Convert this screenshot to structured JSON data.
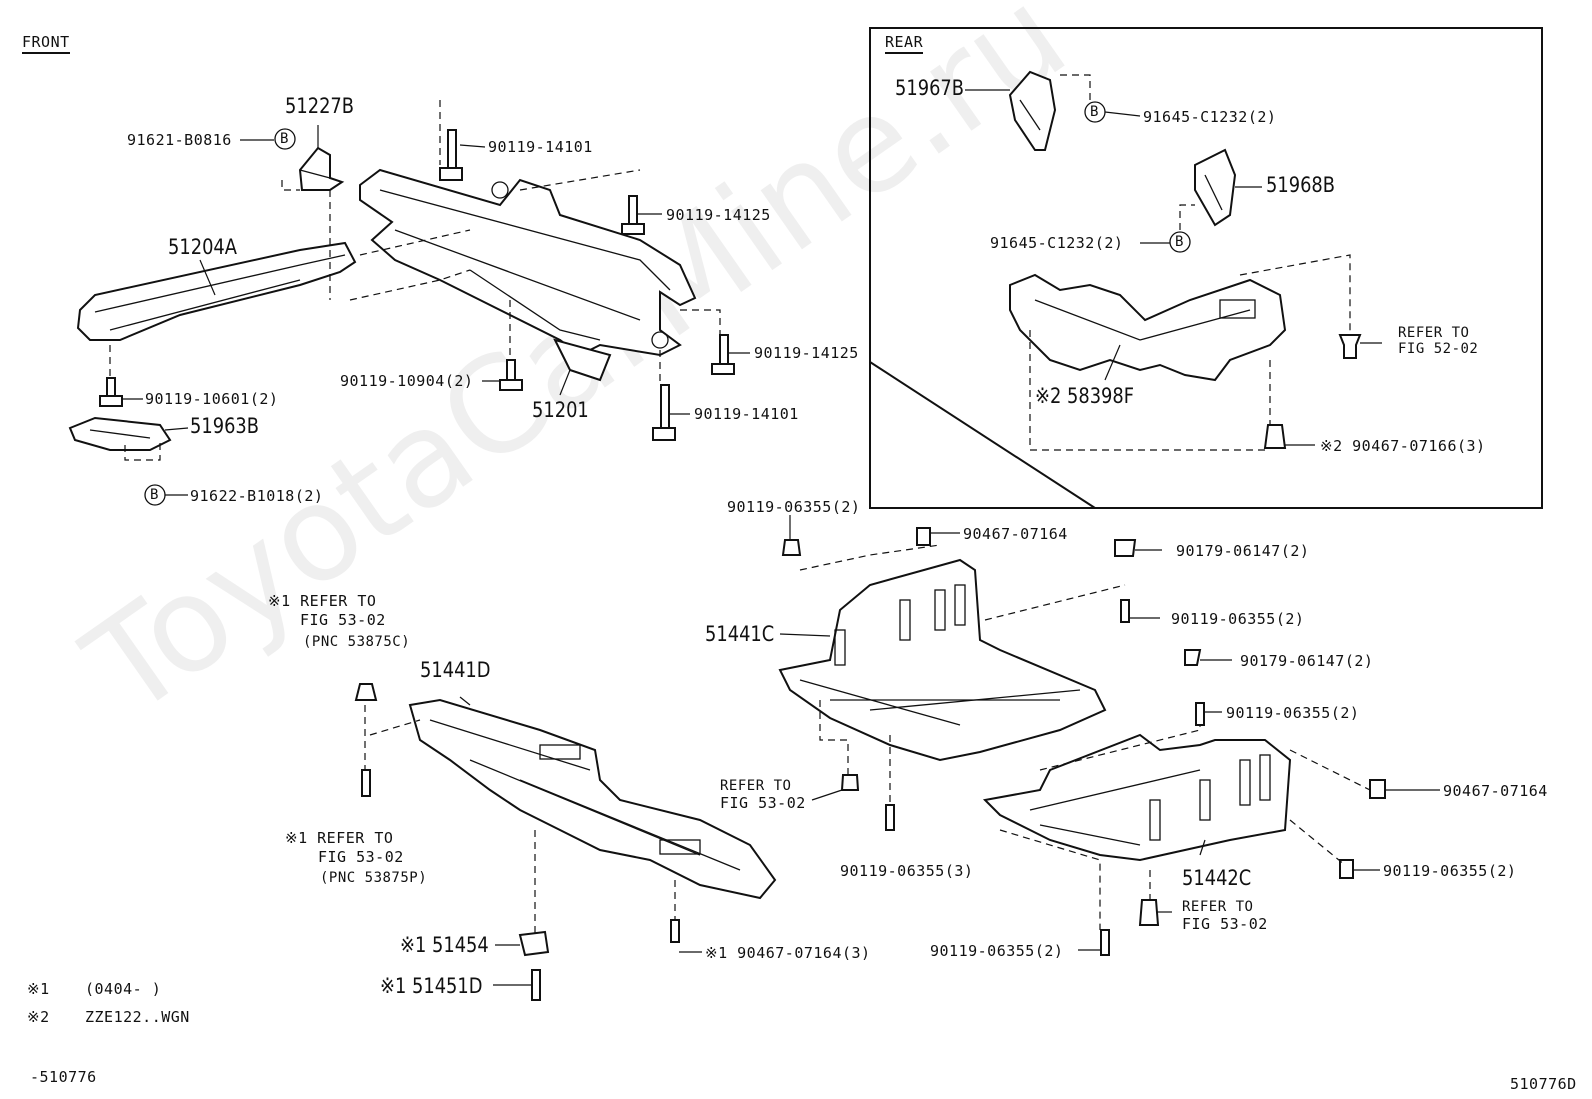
{
  "headings": {
    "front": "FRONT",
    "rear": "REAR"
  },
  "watermark": "ToyotaCarMine.ru",
  "footnotes": [
    {
      "mark": "※1",
      "text": "(0404-        )"
    },
    {
      "mark": "※2",
      "text": "ZZE122..WGN"
    }
  ],
  "diagram_ids": {
    "left": "-510776",
    "right": "510776D"
  },
  "circle_mark": "B",
  "labels": {
    "p51227B": "51227B",
    "p91621": "91621-B0816",
    "p90119_14101_top": "90119-14101",
    "p90119_14125_top": "90119-14125",
    "p51204A": "51204A",
    "p90119_14125_right": "90119-14125",
    "p90119_10904": "90119-10904(2)",
    "p51201": "51201",
    "p90119_10601": "90119-10601(2)",
    "p51963B": "51963B",
    "p90119_14101_bot": "90119-14101",
    "p91622": "91622-B1018(2)",
    "p51967B": "51967B",
    "p91645_a": "91645-C1232(2)",
    "p51968B": "51968B",
    "p91645_b": "91645-C1232(2)",
    "p58398F": "※2 58398F",
    "p_refer_52_1": "REFER TO",
    "p_refer_52_2": "FIG 52-02",
    "p90467_07166": "※2 90467-07166(3)",
    "p90119_06355_top": "90119-06355(2)",
    "p90467_07164_top": "90467-07164",
    "p90179_06147_a": "90179-06147(2)",
    "p90119_06355_b": "90119-06355(2)",
    "p51441C": "51441C",
    "p90179_06147_b": "90179-06147(2)",
    "p90119_06355_c": "90119-06355(2)",
    "p_refer_5302a_1": "REFER TO",
    "p_refer_5302a_2": "FIG 53-02",
    "p90467_07164_right": "90467-07164",
    "p90119_06355_3": "90119-06355(3)",
    "p51442C": "51442C",
    "p90119_06355_d": "90119-06355(2)",
    "p_refer_5302b_1": "REFER TO",
    "p_refer_5302b_2": "FIG 53-02",
    "p90119_06355_e": "90119-06355(2)",
    "p_ref1_1": "※1 REFER TO",
    "p_ref1_2": "FIG 53-02",
    "p_ref1_3": "(PNC 53875C)",
    "p51441D": "51441D",
    "p_ref2_1": "※1 REFER TO",
    "p_ref2_2": "FIG 53-02",
    "p_ref2_3": "(PNC 53875P)",
    "p51454": "※1 51454",
    "p90467_07164_bot": "※1 90467-07164(3)",
    "p51451D": "※1 51451D"
  }
}
